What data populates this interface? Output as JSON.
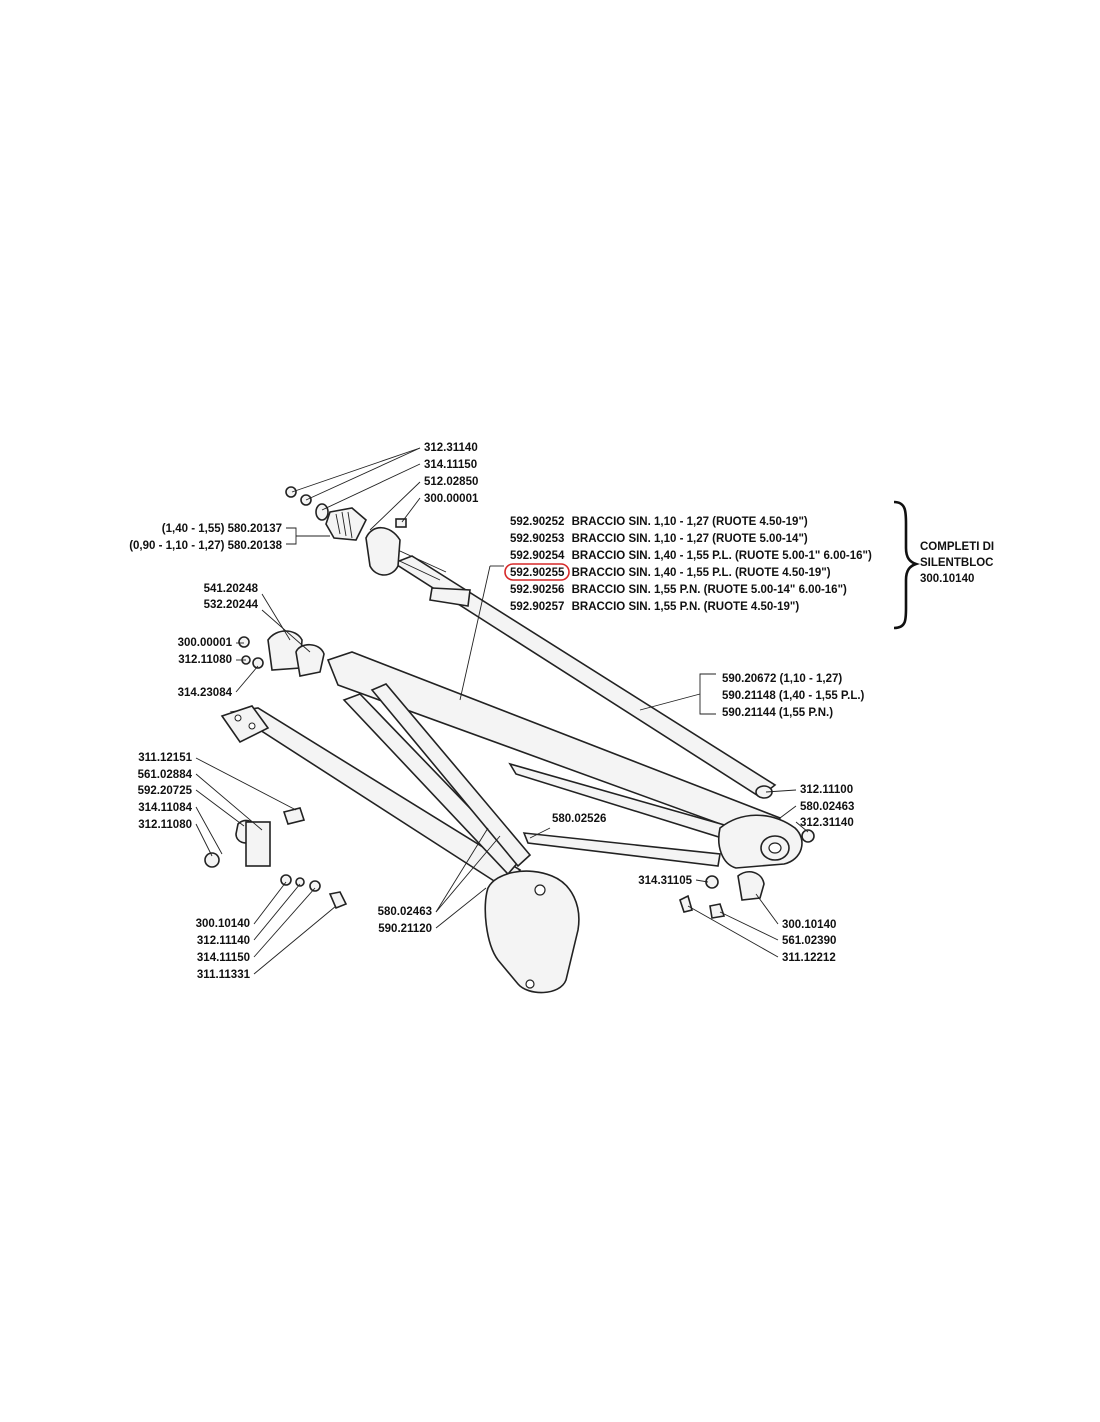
{
  "callouts": {
    "top": [
      "312.31140",
      "314.11150",
      "512.02850",
      "300.00001"
    ],
    "boot_a": "(1,40 - 1,55) 580.20137",
    "boot_b": "(0,90 - 1,10 - 1,27) 580.20138",
    "left_mid": [
      "541.20248",
      "532.20244",
      "300.00001",
      "312.11080",
      "314.23084"
    ],
    "left_low": [
      "311.12151",
      "561.02884",
      "592.20725",
      "314.11084",
      "312.11080"
    ],
    "bottom_left": [
      "300.10140",
      "312.11140",
      "314.11150",
      "311.11331"
    ],
    "bottom_center": [
      "580.02463",
      "590.21120"
    ],
    "center": "580.02526",
    "rod": [
      "590.20672 (1,10 - 1,27)",
      "590.21148 (1,40 - 1,55 P.L.)",
      "590.21144 (1,55 P.N.)"
    ],
    "right": [
      "312.11100",
      "580.02463",
      "312.31140"
    ],
    "bushing_nut": "314.31105",
    "bottom_right": [
      "300.10140",
      "561.02390",
      "311.12212"
    ]
  },
  "arms": [
    {
      "code": "592.90252",
      "text": "BRACCIO SIN. 1,10 - 1,27 (RUOTE 4.50-19\")",
      "highlighted": false
    },
    {
      "code": "592.90253",
      "text": "BRACCIO SIN. 1,10 - 1,27 (RUOTE 5.00-14\")",
      "highlighted": false
    },
    {
      "code": "592.90254",
      "text": "BRACCIO SIN. 1,40 - 1,55 P.L. (RUOTE 5.00-1\"  6.00-16\")",
      "highlighted": false
    },
    {
      "code": "592.90255",
      "text": "BRACCIO SIN. 1,40 - 1,55 P.L. (RUOTE 4.50-19\")",
      "highlighted": true
    },
    {
      "code": "592.90256",
      "text": "BRACCIO SIN. 1,55 P.N. (RUOTE 5.00-14\"  6.00-16\")",
      "highlighted": false
    },
    {
      "code": "592.90257",
      "text": "BRACCIO SIN. 1,55 P.N. (RUOTE 4.50-19\")",
      "highlighted": false
    }
  ],
  "complete_note": [
    "COMPLETI DI",
    "SILENTBLOC",
    "300.10140"
  ],
  "colors": {
    "highlight": "#d62828",
    "ink": "#222222"
  }
}
